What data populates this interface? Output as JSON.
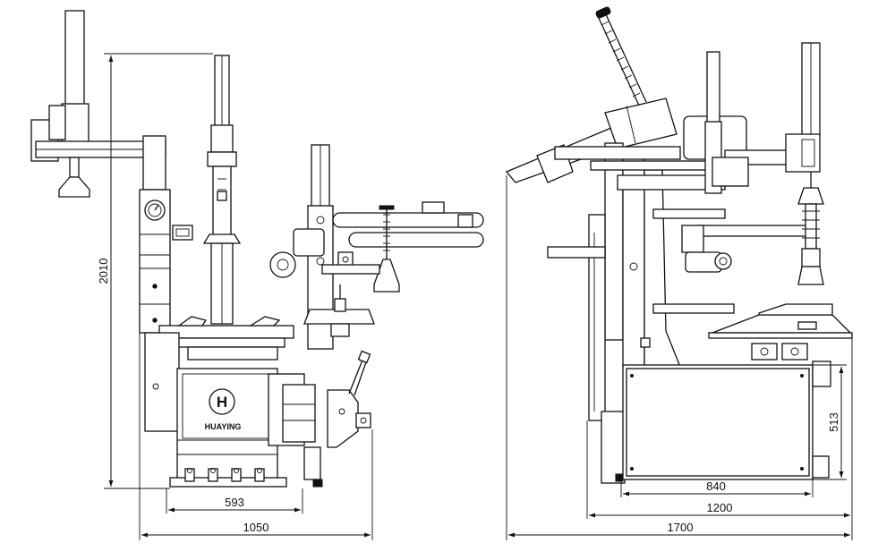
{
  "front_view": {
    "dimensions": {
      "height": "2010",
      "base_width": "593",
      "overall_width": "1050"
    },
    "logo_letter": "H",
    "brand_text": "HUAYING"
  },
  "side_view": {
    "dimensions": {
      "cabinet_height": "513",
      "cabinet_depth": "840",
      "base_depth": "1200",
      "overall_depth": "1700"
    }
  },
  "colors": {
    "line": "#111111",
    "background": "#ffffff"
  }
}
